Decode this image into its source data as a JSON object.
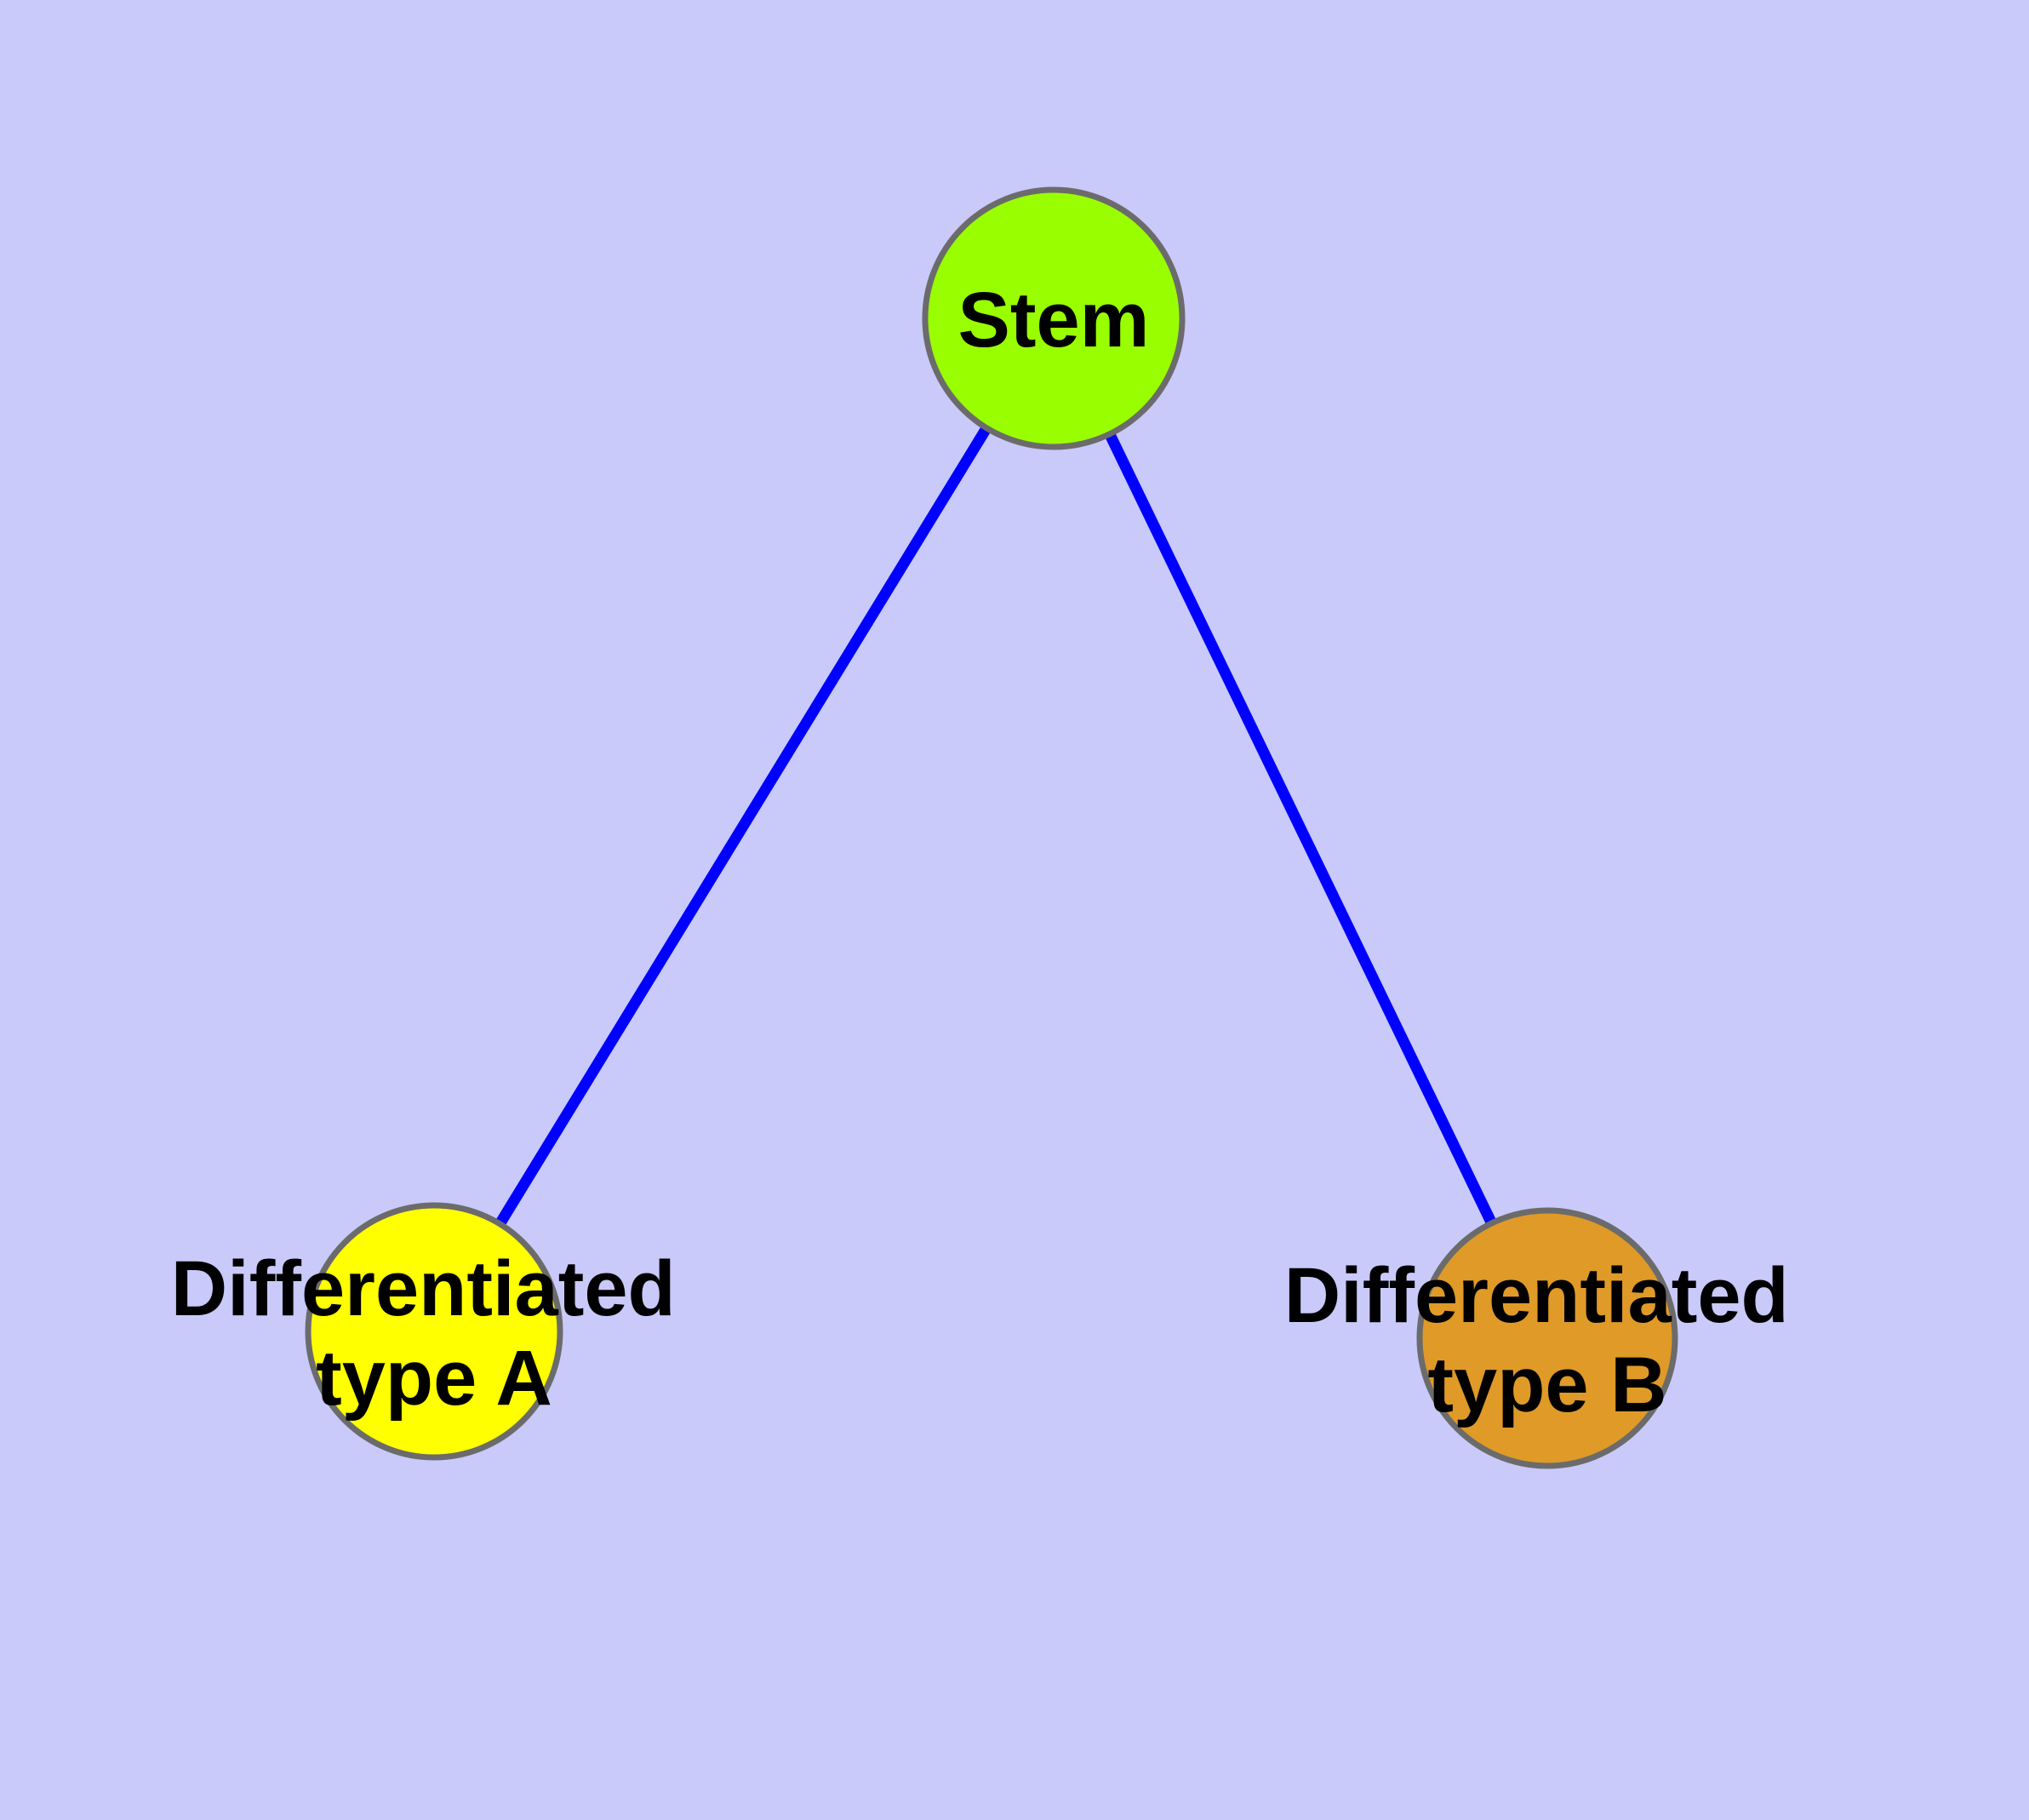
{
  "diagram": {
    "title": "Stem cell differentiation diagram",
    "background_color": "#C9C9FA",
    "edge_color": "#0000FF",
    "node_border_color": "#6B6B6B",
    "text_color": "#000000",
    "nodes": [
      {
        "id": "stem",
        "label": "Stem",
        "label_lines": [
          "Stem"
        ],
        "color": "#99FF00"
      },
      {
        "id": "typeA",
        "label": "Differentiated type A",
        "label_lines": [
          "Differentiated",
          "type A"
        ],
        "color": "#FFFF00"
      },
      {
        "id": "typeB",
        "label": "Differentiated type B",
        "label_lines": [
          "Differentiated",
          "type B"
        ],
        "color": "#E09A28"
      }
    ],
    "edges": [
      {
        "from": "stem",
        "to": "typeA"
      },
      {
        "from": "stem",
        "to": "typeB"
      }
    ]
  }
}
